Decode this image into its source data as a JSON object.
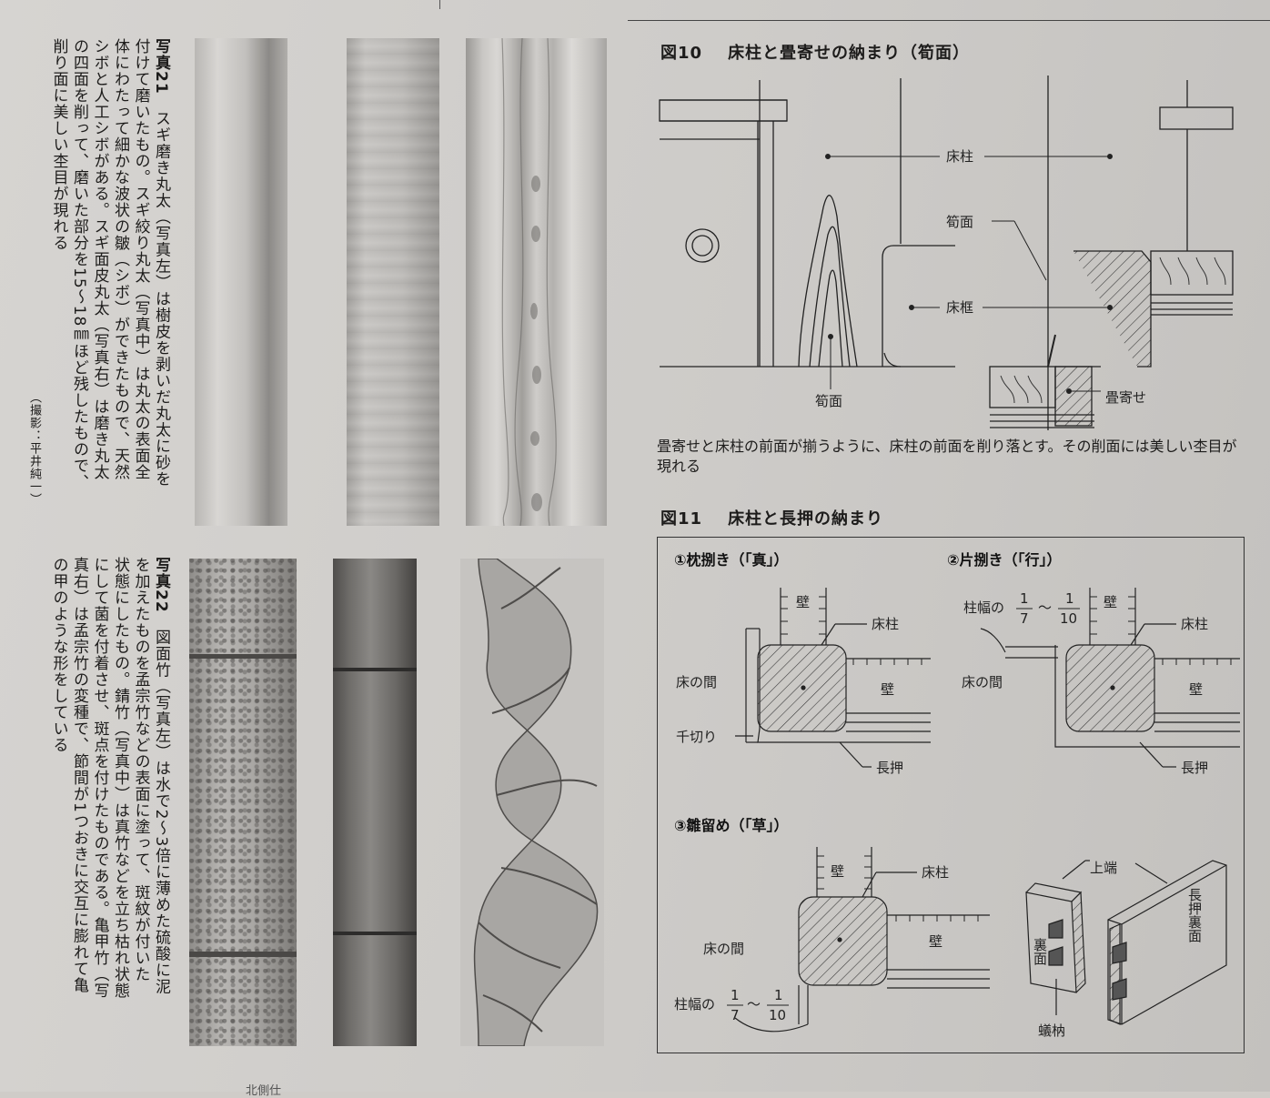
{
  "photo21": {
    "number": "写真21",
    "caption_lines": [
      "スギ磨き丸太（写真左）は樹皮を剥いだ丸太に砂を",
      "付けて磨いたもの。スギ絞り丸太（写真中）は丸太の表面全",
      "体にわたって細かな波状の皺（シボ）ができたもので、天然",
      "シボと人工シボがある。スギ面皮丸太（写真右）は磨き丸太",
      "の四面を削って、磨いた部分を15～18㎜ほど残したもので、",
      "削り面に美しい杢目が現れる"
    ],
    "credit": "（撮影：平井純一）"
  },
  "photo22": {
    "number": "写真22",
    "caption_lines": [
      "図面竹（写真左）は水で2～3倍に薄めた硫酸に泥",
      "を加えたものを孟宗竹などの表面に塗って、斑紋が付いた",
      "状態にしたもの。錆竹（写真中）は真竹などを立ち枯れ状態",
      "にして菌を付着させ、斑点を付けたものである。亀甲竹（写",
      "真右）は孟宗竹の変種で、節間が1つおきに交互に膨れて亀",
      "の甲のような形をしている"
    ]
  },
  "fig10": {
    "number": "図10",
    "title": "床柱と畳寄せの納まり（筍面）",
    "labels": {
      "tokobashira": "床柱",
      "takenoko_top": "筍面",
      "tokogamachi": "床框",
      "takenoko_bottom": "筍面",
      "tatamiyose": "畳寄せ"
    },
    "caption": "畳寄せと床柱の前面が揃うように、床柱の前面を削り落とす。その削面には美しい杢目が現れる"
  },
  "fig11": {
    "number": "図11",
    "title": "床柱と長押の納まり",
    "sub1": "①枕捌き（「真」）",
    "sub2": "②片捌き（「行」）",
    "sub3": "③雛留め（「草」）",
    "labels": {
      "kabe": "壁",
      "tokobashira": "床柱",
      "tokonoma": "床の間",
      "chigiri": "千切り",
      "nageshi": "長押",
      "hashirahaba": "柱幅の",
      "frac_a_num": "1",
      "frac_a_den": "7",
      "frac_b_num": "1",
      "frac_b_den": "10",
      "tilde": "～",
      "joutan": "上端",
      "urazura": "裏面",
      "nageshi_urazura": "長押裏面",
      "arihozo": "蟻枘"
    }
  },
  "footer_text": "北側仕"
}
